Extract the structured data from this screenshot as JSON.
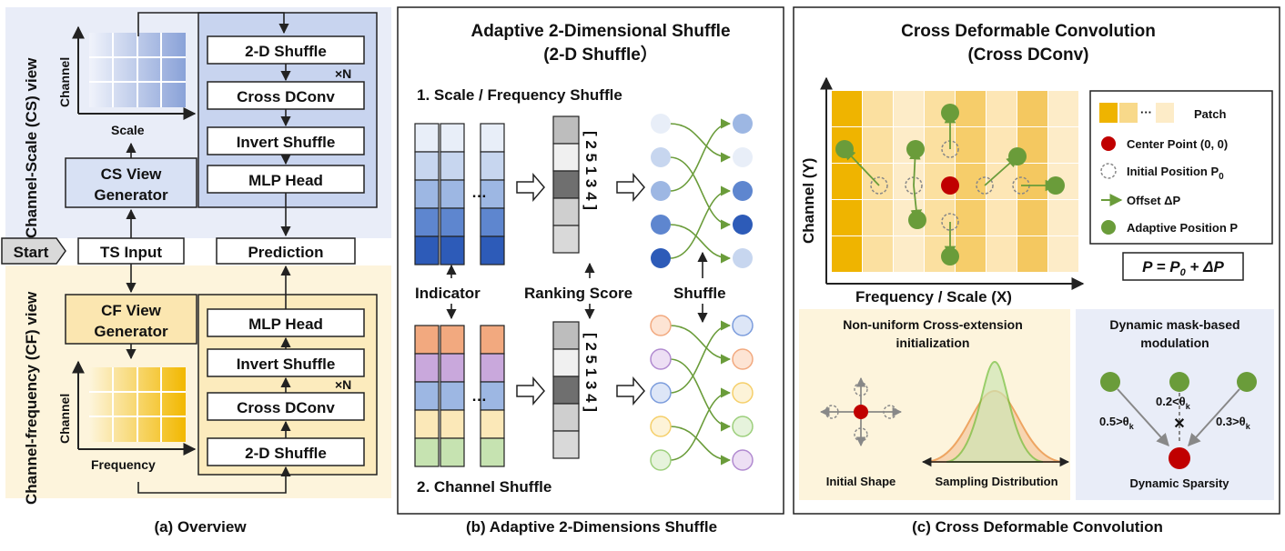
{
  "overview": {
    "cs_view_label": "Channel-Scale (CS) view",
    "cf_view_label": "Channel-frequency (CF) view",
    "cs_axis_y": "Channel",
    "cs_axis_x": "Scale",
    "cf_axis_y": "Channel",
    "cf_axis_x": "Frequency",
    "cs_generator": [
      "CS View",
      "Generator"
    ],
    "cf_generator": [
      "CF View",
      "Generator"
    ],
    "start": "Start",
    "ts_input": "TS Input",
    "prediction": "Prediction",
    "cs_stack": [
      "2-D Shuffle",
      "Cross DConv",
      "Invert Shuffle",
      "MLP Head"
    ],
    "cf_stack": [
      "MLP Head",
      "Invert Shuffle",
      "Cross DConv",
      "2-D Shuffle"
    ],
    "repeat": "×N",
    "caption": "(a) Overview"
  },
  "shuffle": {
    "title": "Adaptive 2-Dimensional Shuffle",
    "subtitle": "(2-D  Shuffle）",
    "step1": "1. Scale / Frequency Shuffle",
    "step2": "2. Channel Shuffle",
    "indicator": "Indicator",
    "ranking": "Ranking Score",
    "shuffle_label": "Shuffle",
    "ellipsis": "…",
    "order": "[ 2 5 1 3 4 ]",
    "caption": "(b) Adaptive 2-Dimensions Shuffle",
    "colors": {
      "blue_scale": [
        "#e8eef8",
        "#c7d6ef",
        "#9db7e3",
        "#5e86cf",
        "#2d5bb8"
      ],
      "rows_channel": [
        "#f2a97f",
        "#c9a8dc",
        "#9db7e3",
        "#fbe8b8",
        "#c6e3b1"
      ],
      "score_grays": [
        "#bdbdbd",
        "#f0f0f0",
        "#6f6f6f",
        "#cfcfcf",
        "#d9d9d9"
      ],
      "arrow_green": "#6a9c3a"
    }
  },
  "dconv": {
    "title": "Cross Deformable Convolution",
    "subtitle": "(Cross DConv)",
    "axis_y": "Channel (Y)",
    "axis_x": "Frequency / Scale (X)",
    "legend": {
      "patch": "Patch",
      "patch_dots": "···",
      "center": "Center Point (0, 0)",
      "initial": "Initial Position P",
      "initial_sub": "0",
      "offset": "Offset  ΔP",
      "adaptive": "Adaptive Position P"
    },
    "formula": "P = P",
    "formula_sub": "0",
    "formula_tail": " + ΔP",
    "nonuniform_title": [
      "Non-uniform Cross-extension",
      "initialization"
    ],
    "initial_shape": "Initial Shape",
    "sampling": "Sampling Distribution",
    "dynamic_title": [
      "Dynamic mask-based",
      "modulation"
    ],
    "mask_labels": [
      "0.5>θ",
      "0.2<θ",
      "0.3>θ"
    ],
    "mask_sub": "k",
    "dynamic_sparsity": "Dynamic Sparsity",
    "caption": "(c) Cross Deformable Convolution"
  }
}
